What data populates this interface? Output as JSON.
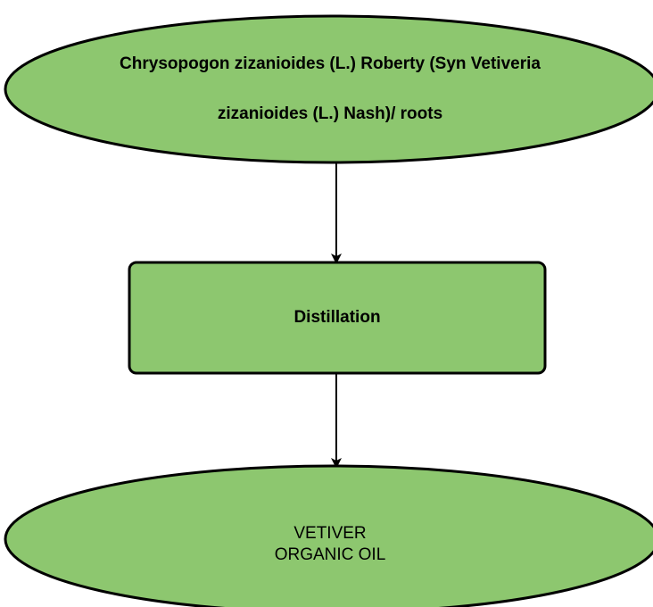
{
  "diagram": {
    "nodes": {
      "source": {
        "shape": "ellipse",
        "line1": "Chrysopogon zizanioides (L.) Roberty (Syn Vetiveria",
        "line2": "zizanioides (L.) Nash)/ roots"
      },
      "process": {
        "shape": "rounded-rectangle",
        "label": "Distillation"
      },
      "product": {
        "shape": "ellipse",
        "line1": "VETIVER",
        "line2": "ORGANIC OIL"
      }
    },
    "edges": [
      {
        "from": "source",
        "to": "process"
      },
      {
        "from": "process",
        "to": "product"
      }
    ],
    "colors": {
      "fill": "#8DC76F",
      "stroke": "#000000"
    }
  }
}
